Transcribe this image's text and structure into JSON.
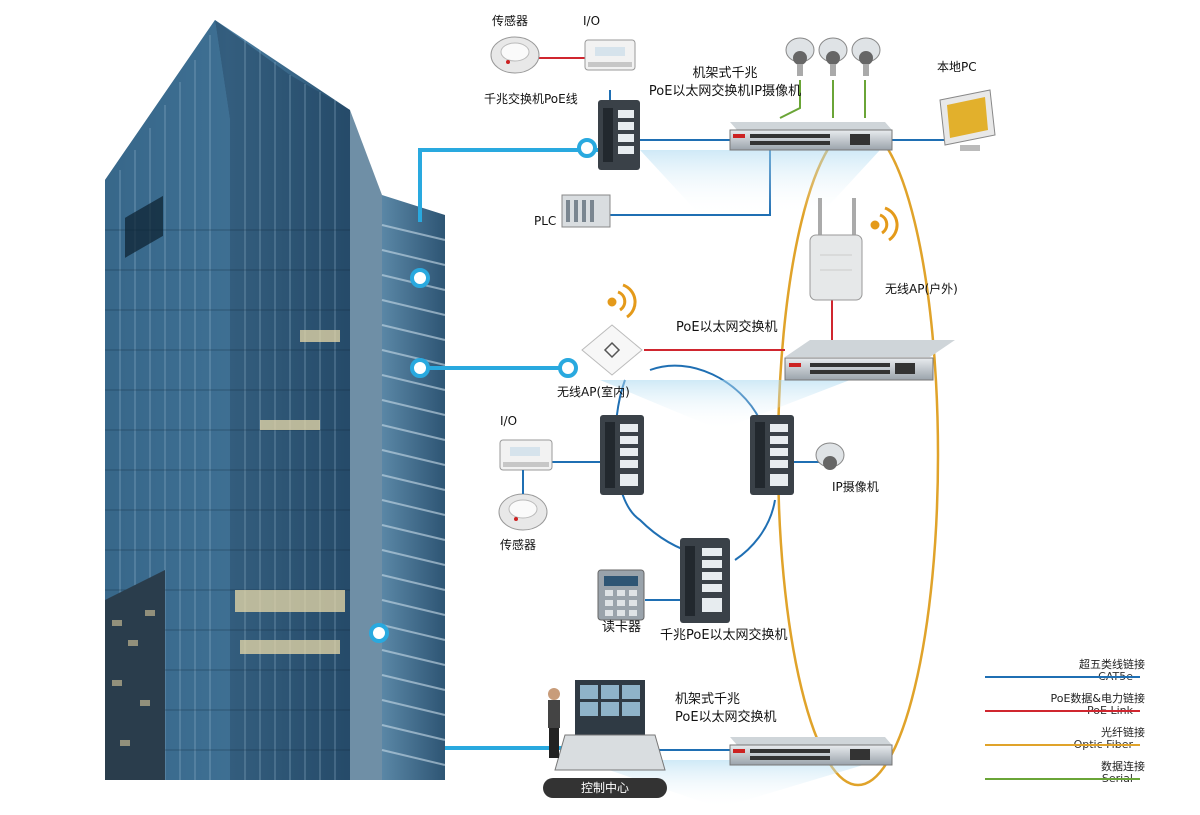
{
  "labels": {
    "sensor_top": "传感器",
    "io_top": "I/O",
    "switch_poe_line": "千兆交换机PoE线",
    "rack_switch_title_l1": "机架式千兆",
    "rack_switch_title_l2": "PoE以太网交换机IP摄像机",
    "local_pc": "本地PC",
    "plc": "PLC",
    "ap_outdoor": "无线AP(户外)",
    "poe_switch_mid": "PoE以太网交换机",
    "ap_indoor": "无线AP(室内)",
    "io_mid": "I/O",
    "ip_camera": "IP摄像机",
    "sensor_mid": "传感器",
    "card_reader": "读卡器",
    "gigabit_poe_switch": "千兆PoE以太网交换机",
    "rack_switch_bottom_l1": "机架式千兆",
    "rack_switch_bottom_l2": "PoE以太网交换机",
    "control_center": "控制中心"
  },
  "legend": [
    {
      "zh": "超五类线链接",
      "en": "CAT5e",
      "color": "#1f6fb3"
    },
    {
      "zh": "PoE数据&电力链接",
      "en": "PoE Link",
      "color": "#d0262f"
    },
    {
      "zh": "光纤链接",
      "en": "Optic Fiber",
      "color": "#e0a32a"
    },
    {
      "zh": "数据连接",
      "en": "Serial",
      "color": "#6aa537"
    }
  ],
  "colors": {
    "cat5e": "#1f6fb3",
    "poe_link": "#d0262f",
    "fiber": "#e0a32a",
    "serial": "#6aa537",
    "building_glass": "#3d6d8f",
    "building_dark": "#1e3a52",
    "node_ring": "#29a9df"
  },
  "icons": {
    "camera": "dome-camera-icon",
    "switch": "switch-icon",
    "pc": "monitor-icon",
    "ap": "access-point-icon",
    "wifi": "wifi-signal-icon",
    "sensor": "smoke-sensor-icon",
    "io": "io-module-icon",
    "plc": "plc-icon",
    "keypad": "card-reader-icon"
  }
}
